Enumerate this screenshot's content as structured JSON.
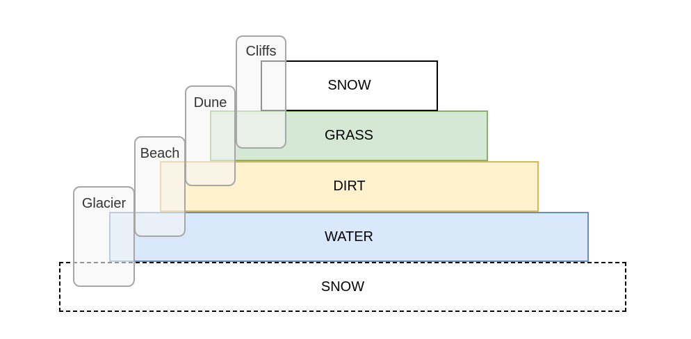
{
  "layers": {
    "snow_base": "SNOW",
    "water": "WATER",
    "dirt": "DIRT",
    "grass": "GRASS",
    "snow_top": "SNOW"
  },
  "biomes": {
    "glacier": "Glacier",
    "beach": "Beach",
    "dune": "Dune",
    "cliffs": "Cliffs"
  },
  "colors": {
    "water_fill": "#dae8fc",
    "water_stroke": "#6c8ebf",
    "dirt_fill": "#fff2cc",
    "dirt_stroke": "#d6b656",
    "grass_fill": "#d5e8d4",
    "grass_stroke": "#82b366",
    "biome_fill": "#f5f5f5",
    "biome_stroke": "#a6a6a6"
  }
}
